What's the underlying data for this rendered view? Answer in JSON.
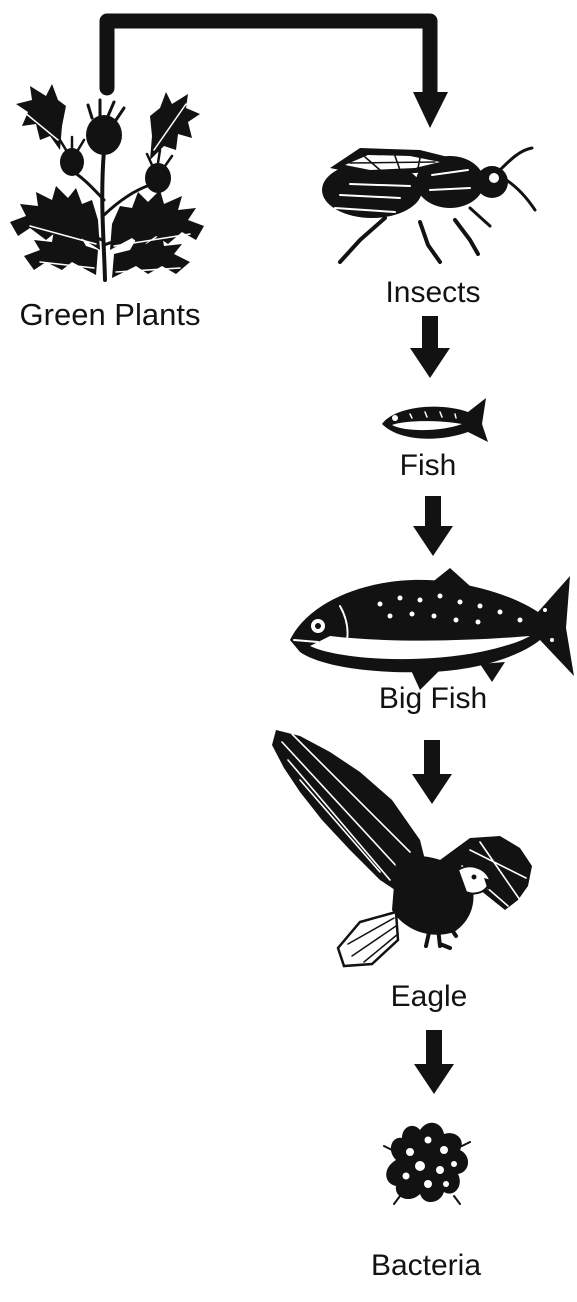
{
  "diagram": {
    "nodes": [
      {
        "id": "green-plants",
        "label": "Green Plants",
        "icon": "plant-icon"
      },
      {
        "id": "insects",
        "label": "Insects",
        "icon": "insect-icon"
      },
      {
        "id": "fish",
        "label": "Fish",
        "icon": "fish-icon"
      },
      {
        "id": "big-fish",
        "label": "Big Fish",
        "icon": "big-fish-icon"
      },
      {
        "id": "eagle",
        "label": "Eagle",
        "icon": "eagle-icon"
      },
      {
        "id": "bacteria",
        "label": "Bacteria",
        "icon": "bacteria-icon"
      }
    ],
    "edges": [
      {
        "from": "green-plants",
        "to": "insects"
      },
      {
        "from": "insects",
        "to": "fish"
      },
      {
        "from": "fish",
        "to": "big-fish"
      },
      {
        "from": "big-fish",
        "to": "eagle"
      },
      {
        "from": "eagle",
        "to": "bacteria"
      }
    ],
    "colors": {
      "ink": "#121212",
      "background": "#ffffff"
    }
  }
}
